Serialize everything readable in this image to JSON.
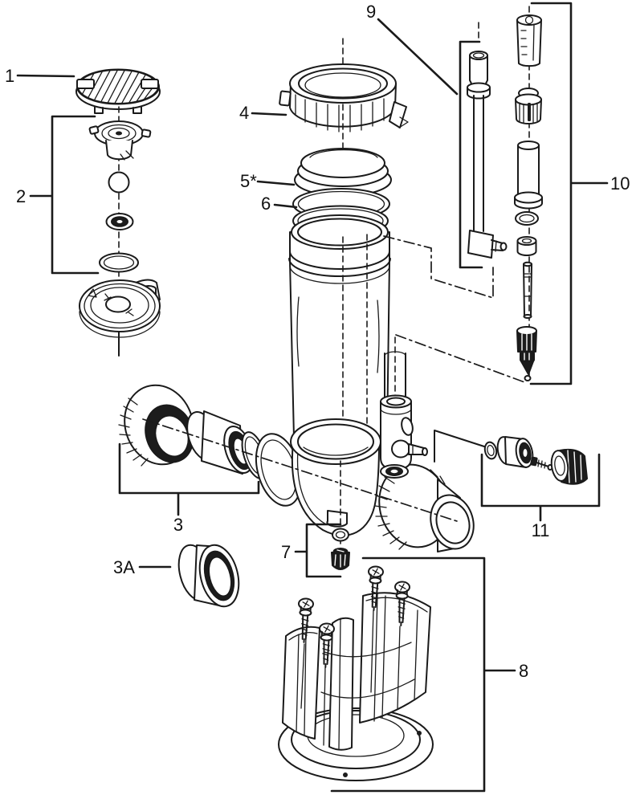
{
  "diagram": {
    "type": "exploded-parts-diagram",
    "background_color": "#ffffff",
    "line_color": "#1a1a1a",
    "dark_fill_color": "#1c1c1c",
    "labels": {
      "l1": "1",
      "l2": "2",
      "l3": "3",
      "l3a": "3A",
      "l4": "4",
      "l5": "5*",
      "l6": "6",
      "l7": "7",
      "l8": "8",
      "l9": "9",
      "l10": "10",
      "l11": "11"
    }
  }
}
